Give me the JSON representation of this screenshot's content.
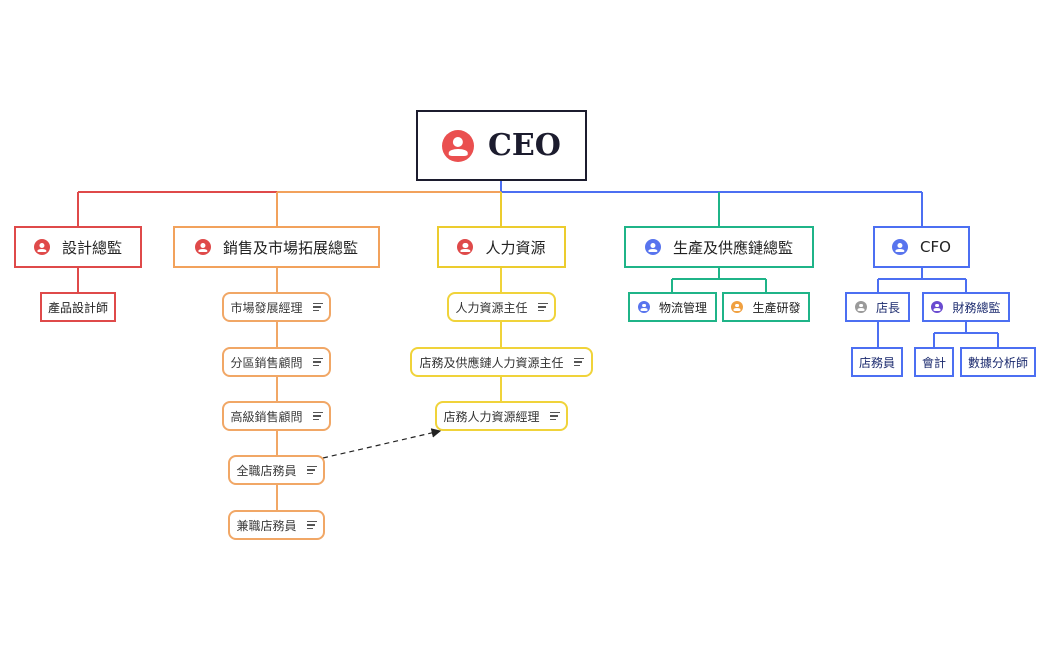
{
  "ceo": {
    "label": "CEO"
  },
  "departments": {
    "design": {
      "label": "設計總監"
    },
    "sales": {
      "label": "銷售及市場拓展總監"
    },
    "hr": {
      "label": "人力資源"
    },
    "supply": {
      "label": "生產及供應鏈總監"
    },
    "cfo": {
      "label": "CFO"
    }
  },
  "design_items": [
    "產品設計師"
  ],
  "sales_items": [
    "市場發展經理",
    "分區銷售顧問",
    "高級銷售顧問",
    "全職店務員",
    "兼職店務員"
  ],
  "hr_items": [
    "人力資源主任",
    "店務及供應鏈人力資源主任",
    "店務人力資源經理"
  ],
  "supply_items": [
    "物流管理",
    "生產研發"
  ],
  "cfo_items": {
    "store_manager": "店長",
    "finance_director": "財務總監",
    "store_staff": "店務員",
    "accounting": "會計",
    "data_analyst": "數據分析師"
  },
  "colors": {
    "ceo_icon": "#ea4f4f",
    "red": "#df4a4a",
    "orange": "#f2a25c",
    "yellow": "#eccc2e",
    "green": "#1fb488",
    "blue": "#4c6ff2",
    "grey_icon": "#9a9a9a",
    "purple_icon": "#6a4bd0",
    "orange_icon": "#f0a040",
    "blue_icon": "#5874ee"
  },
  "icons": {
    "person": "person-icon",
    "notes": "notes-icon"
  }
}
